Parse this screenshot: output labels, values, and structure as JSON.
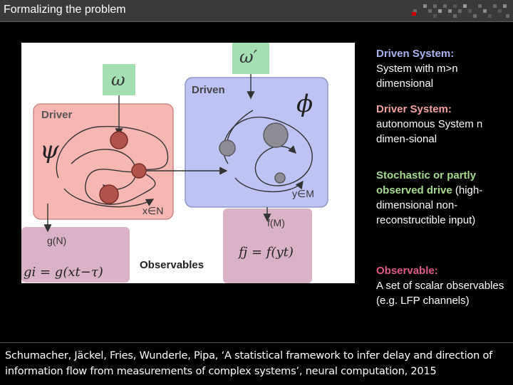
{
  "slide": {
    "title": "Formalizing the problem"
  },
  "figure": {
    "driven_label": "Driven",
    "driver_label": "Driver",
    "observables_label": "Observables",
    "omega": "ω",
    "omega_prime": "ω′",
    "phi": "ϕ",
    "psi": "ψ",
    "x_in_N": "x∈N",
    "y_in_M": "y∈M",
    "g_N": "g(N)",
    "f_M": "f(M)",
    "g_eq": "gi = g(xt−τ)",
    "f_eq": "fj = f(yt)"
  },
  "right_panel": {
    "driven_heading": "Driven System:",
    "driven_text": "System with m>n dimensional",
    "driver_heading": "Driver System:",
    "driver_text": "autonomous System n dimen-sional",
    "stochastic_heading": "Stochastic or partly observed drive",
    "stochastic_text": "(high-dimensional non-reconstructible input)",
    "observable_heading": "Observable:",
    "observable_text": "A set of scalar observables (e.g. LFP channels)"
  },
  "footer": {
    "citation": "Schumacher, Jäckel, Fries, Wunderle, Pipa, ‘A statistical framework to infer delay and direction of information flow from measurements of complex systems’, neural computation, 2015"
  },
  "colors": {
    "driver_fill": "#f6b6b2",
    "driven_fill": "#bdc4f4",
    "observable_fill": "#d9b2c7",
    "noise_fill": "#a4dfb3",
    "node_fill": "#b0534b"
  }
}
